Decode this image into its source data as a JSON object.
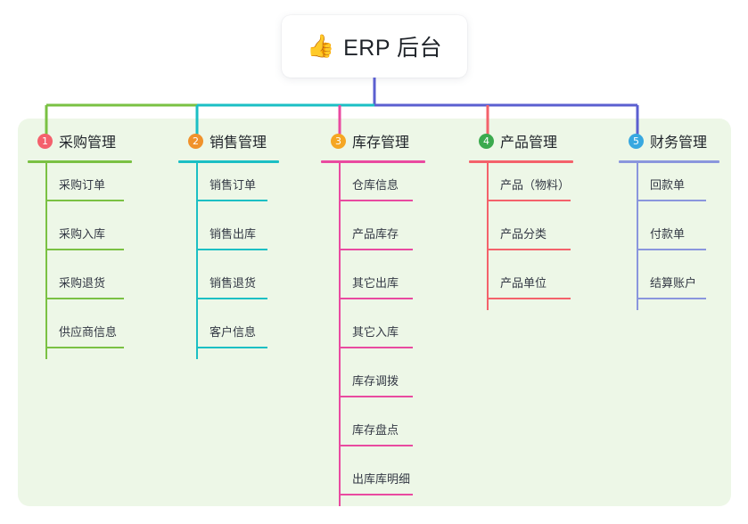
{
  "root": {
    "icon": "thumbs-up-icon",
    "emoji": "👍",
    "title": "ERP 后台"
  },
  "diagram": {
    "type": "tree",
    "panel_color": "#edf7e7",
    "trunk_color": "#5b5fd0"
  },
  "columns": [
    {
      "index": "1",
      "title": "采购管理",
      "badge_color": "#f4606c",
      "rule_color": "#7ac143",
      "branch_color": "#7ac143",
      "stub_color": "#7ac143",
      "items": [
        {
          "label": "采购订单"
        },
        {
          "label": "采购入库"
        },
        {
          "label": "采购退货"
        },
        {
          "label": "供应商信息"
        }
      ]
    },
    {
      "index": "2",
      "title": "销售管理",
      "badge_color": "#f0922b",
      "rule_color": "#1bbfc4",
      "branch_color": "#1bbfc4",
      "stub_color": "#1bbfc4",
      "items": [
        {
          "label": "销售订单"
        },
        {
          "label": "销售出库"
        },
        {
          "label": "销售退货"
        },
        {
          "label": "客户信息"
        }
      ]
    },
    {
      "index": "3",
      "title": "库存管理",
      "badge_color": "#f5a623",
      "rule_color": "#e94aa0",
      "branch_color": "#5b5fd0",
      "stub_color": "#e94aa0",
      "items": [
        {
          "label": "仓库信息"
        },
        {
          "label": "产品库存"
        },
        {
          "label": "其它出库"
        },
        {
          "label": "其它入库"
        },
        {
          "label": "库存调拨"
        },
        {
          "label": "库存盘点"
        },
        {
          "label": "出库库明细"
        }
      ]
    },
    {
      "index": "4",
      "title": "产品管理",
      "badge_color": "#3baa4e",
      "rule_color": "#f4626b",
      "branch_color": "#5b5fd0",
      "stub_color": "#f4626b",
      "items": [
        {
          "label": "产品（物料）"
        },
        {
          "label": "产品分类"
        },
        {
          "label": "产品单位"
        }
      ]
    },
    {
      "index": "5",
      "title": "财务管理",
      "badge_color": "#38a8e0",
      "rule_color": "#8a96dd",
      "branch_color": "#5b5fd0",
      "stub_color": "#5b5fd0",
      "items": [
        {
          "label": "回款单"
        },
        {
          "label": "付款单"
        },
        {
          "label": "结算账户"
        }
      ]
    }
  ]
}
